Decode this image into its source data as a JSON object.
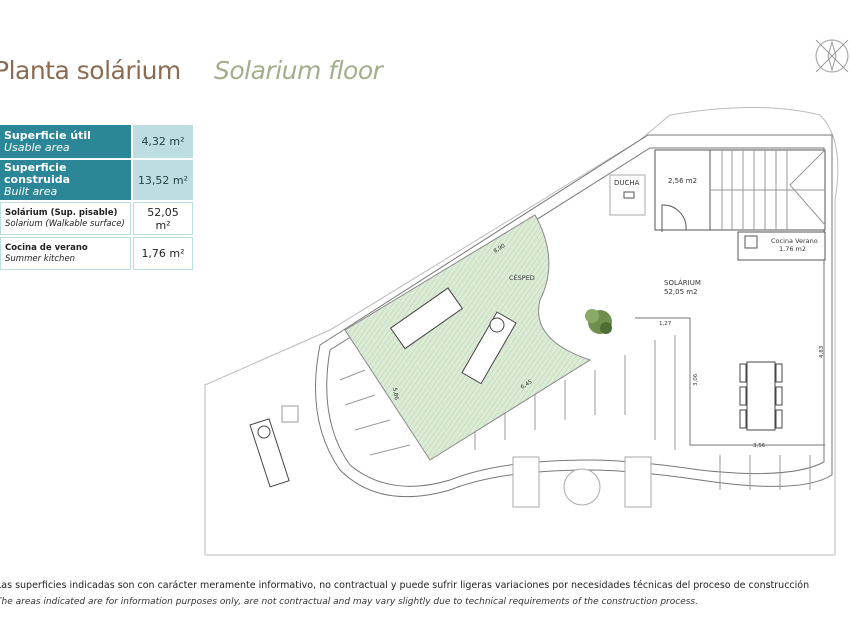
{
  "header": {
    "title_es": "Planta solárium",
    "title_en": "Solarium floor"
  },
  "areas_table": [
    {
      "label_es": "Superficie útil",
      "label_en": "Usable area",
      "value": "4,32 m²"
    },
    {
      "label_es": "Superficie construida",
      "label_en": "Built area",
      "value": "13,52 m²"
    },
    {
      "label_es": "Solárium (Sup. pisable)",
      "label_en": "Solarium (Walkable surface)",
      "value": "52,05 m²"
    },
    {
      "label_es": "Cocina de verano",
      "label_en": "Summer kitchen",
      "value": "1,76 m²"
    }
  ],
  "plan": {
    "ducha": "DUCHA",
    "room_area": "2,56  m2",
    "kitchen_name": "Cocina  Verano",
    "kitchen_area": "1,76  m2",
    "solarium_name": "SOLÁRIUM",
    "solarium_area": "52,05  m2",
    "cesped": "CÉSPED",
    "dimensions": [
      "8,90",
      "6,45",
      "5,86",
      "1,27",
      "3,06",
      "4,83",
      "3,56"
    ]
  },
  "footer": {
    "note_es": "Las superficies indicadas son con carácter meramente informativo, no contractual y puede sufrir ligeras variaciones por necesidades técnicas del proceso de construcción",
    "note_en": "The areas indicated are for information purposes only, are not contractual and may vary slightly due to technical requirements of the construction process."
  },
  "colors": {
    "title_es": "#8b6b52",
    "title_en": "#a3ae8a",
    "table_dark": "#2b8797",
    "table_light": "#bcdde2",
    "lawn": "#d9ead3"
  }
}
